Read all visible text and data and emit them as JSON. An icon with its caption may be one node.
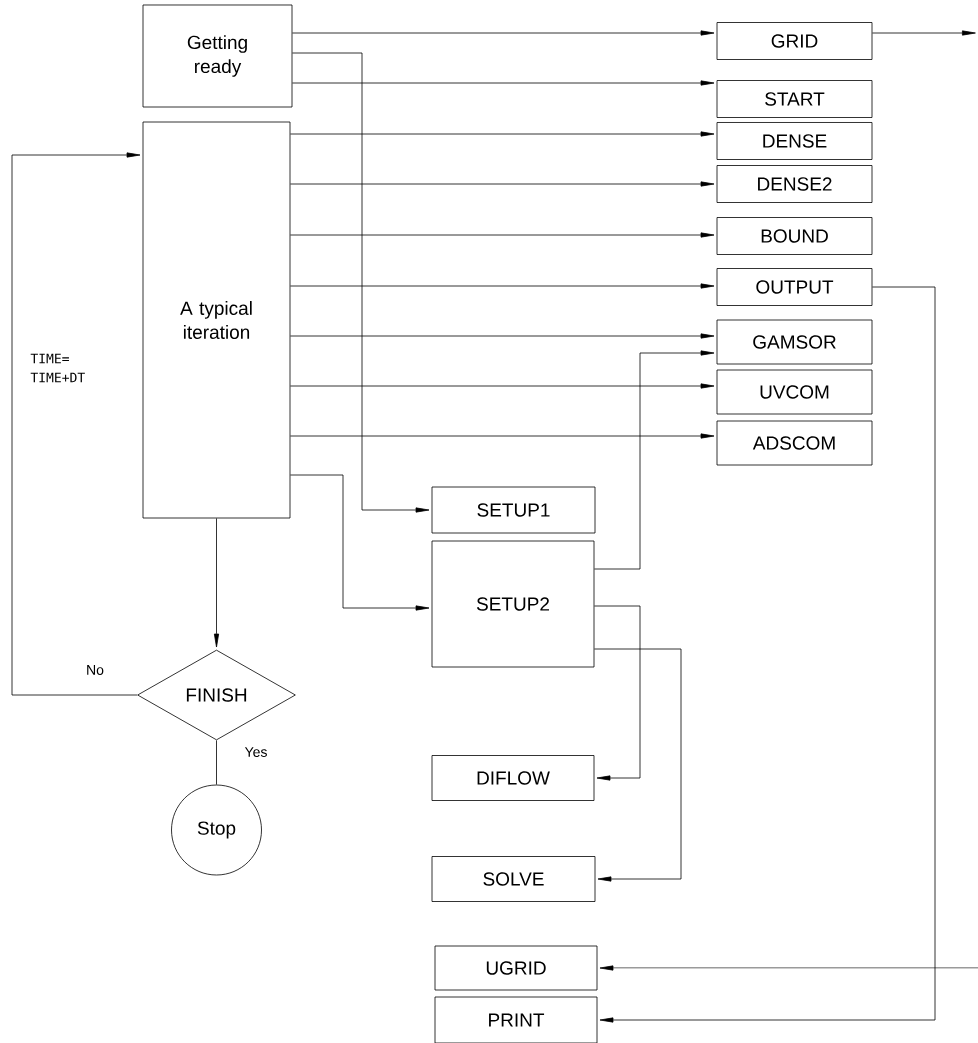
{
  "diagram": {
    "nodes": [
      {
        "text": [
          "Getting ready"
        ]
      },
      {
        "text": [
          "A typical iteration"
        ]
      },
      {
        "text": [
          "GRID"
        ]
      },
      {
        "text": [
          "START"
        ]
      },
      {
        "text": [
          "DENSE"
        ]
      },
      {
        "text": [
          "DENSE2"
        ]
      },
      {
        "text": [
          "BOUND"
        ]
      },
      {
        "text": [
          "OUTPUT"
        ]
      },
      {
        "text": [
          "GAMSOR"
        ]
      },
      {
        "text": [
          "UVCOM"
        ]
      },
      {
        "text": [
          "ADSCOM"
        ]
      },
      {
        "text": [
          "SETUP1"
        ]
      },
      {
        "text": [
          "SETUP2"
        ]
      },
      {
        "text": [
          "FINISH"
        ]
      },
      {
        "text": [
          "Stop"
        ]
      },
      {
        "text": [
          "DIFLOW"
        ]
      },
      {
        "text": [
          "SOLVE"
        ]
      },
      {
        "text": [
          "UGRID"
        ]
      },
      {
        "text": [
          "PRINT"
        ]
      }
    ],
    "edges": [
      {
        "from": 0,
        "to": 2,
        "arrow": "to"
      },
      {
        "from": 2,
        "to": null,
        "arrow": "to"
      },
      {
        "from": 0,
        "to": 11,
        "arrow": "to"
      },
      {
        "from": 0,
        "to": 3,
        "arrow": "to"
      },
      {
        "from": 1,
        "to": 4,
        "arrow": "to"
      },
      {
        "from": 1,
        "to": 5,
        "arrow": "to"
      },
      {
        "from": 1,
        "to": 6,
        "arrow": "to"
      },
      {
        "from": 1,
        "to": 7,
        "arrow": "to"
      },
      {
        "from": 1,
        "to": 8,
        "arrow": "to"
      },
      {
        "from": 1,
        "to": 9,
        "arrow": "to"
      },
      {
        "from": 1,
        "to": 10,
        "arrow": "to"
      },
      {
        "from": 1,
        "to": 12,
        "arrow": "to"
      },
      {
        "from": 1,
        "to": 13,
        "arrow": "to"
      },
      {
        "from": 13,
        "to": 1,
        "arrow": "to",
        "label": "No"
      },
      {
        "from": 13,
        "to": 14,
        "arrow": "none",
        "label": "Yes"
      },
      {
        "from": 12,
        "to": 8,
        "arrow": "to"
      },
      {
        "from": 12,
        "to": 15,
        "arrow": "to"
      },
      {
        "from": 12,
        "to": 16,
        "arrow": "to"
      },
      {
        "from": 7,
        "to": 18,
        "arrow": "to"
      },
      {
        "from": null,
        "to": 17,
        "arrow": "to"
      }
    ],
    "labels": [
      "TIME= TIME+DT"
    ]
  }
}
